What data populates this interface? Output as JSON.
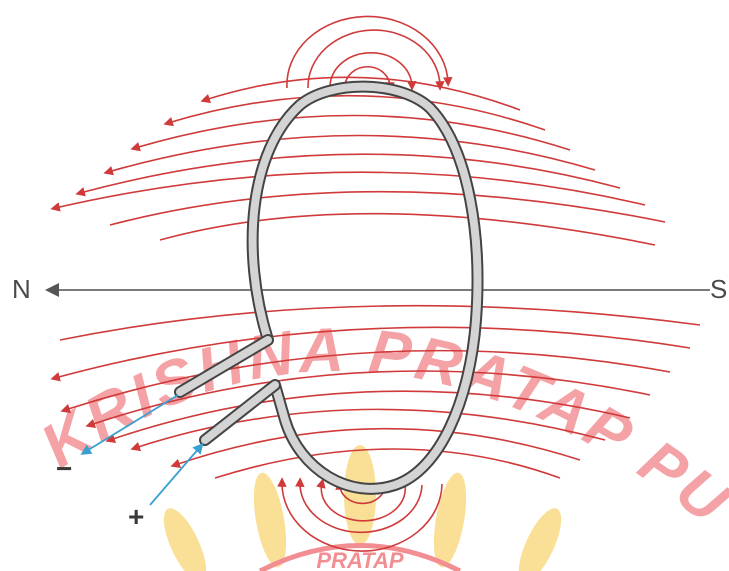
{
  "labels": {
    "north": "N",
    "south": "S",
    "negative": "−",
    "positive": "+"
  },
  "watermark": {
    "text": "KRISHNA PRATAP PUBLIC SCHOOL",
    "seal_text": "PRATAP",
    "color": "#e8323a",
    "seal_color": "#f5c842"
  },
  "colors": {
    "field_lines": "#d03a3a",
    "axis": "#7a7a7a",
    "coil_outline": "#444444",
    "coil_fill": "#cfcfcf",
    "lead_wire": "#3aa0d0"
  }
}
